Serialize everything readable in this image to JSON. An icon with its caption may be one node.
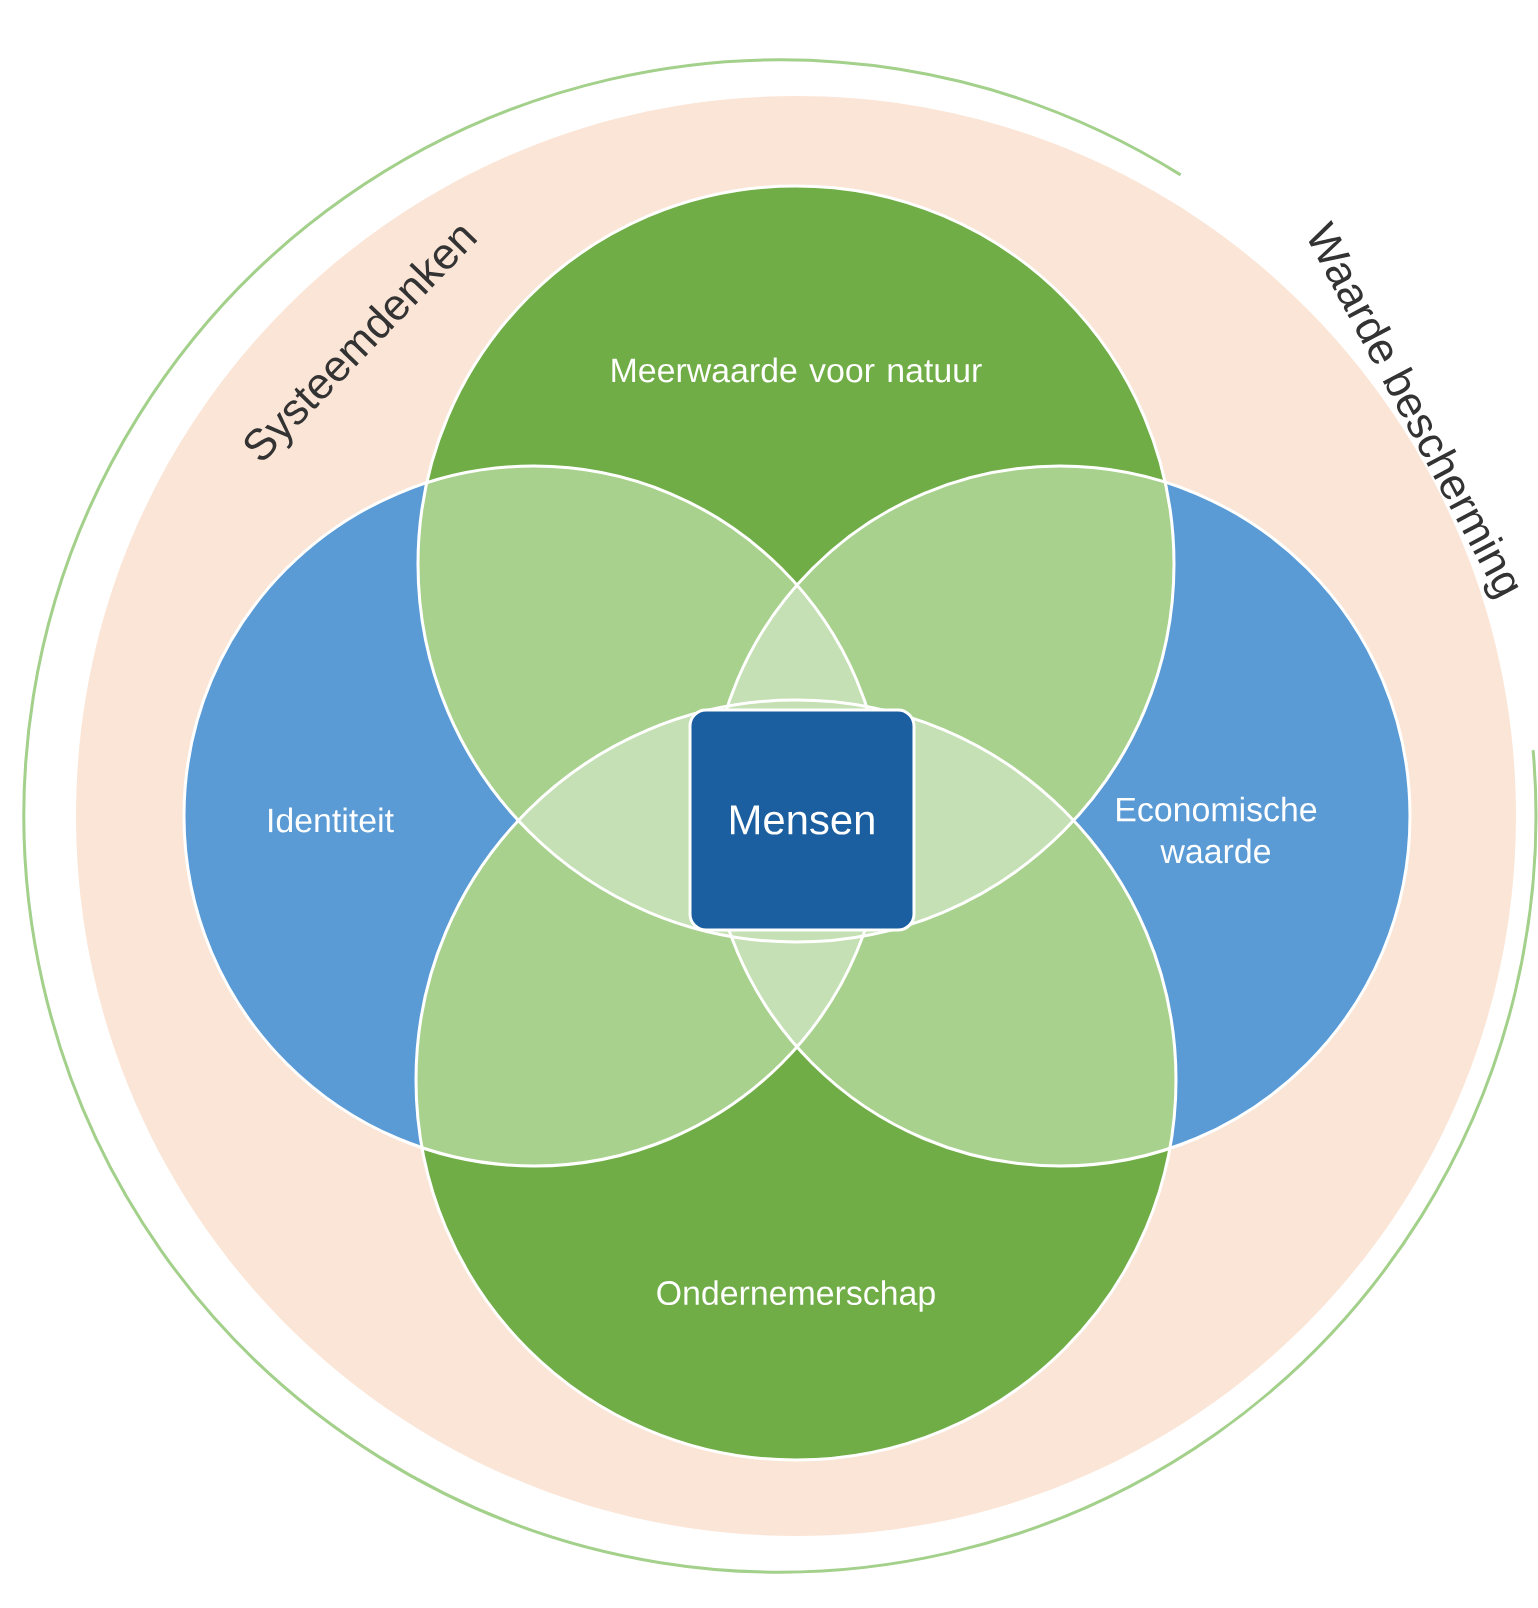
{
  "diagram": {
    "nodes": [
      {
        "text": [
          "Systeemdenken",
          "Waarde bescherming"
        ]
      },
      {
        "text": [
          "Meerwaarde voor natuur"
        ],
        "in": 0
      },
      {
        "text": [
          "Identiteit"
        ],
        "in": 0
      },
      {
        "text": [
          "Mensen"
        ]
      },
      {
        "text": [
          "Economische waarde"
        ],
        "in": 0
      },
      {
        "text": [
          "Ondernemerschap"
        ],
        "in": 0
      }
    ]
  }
}
